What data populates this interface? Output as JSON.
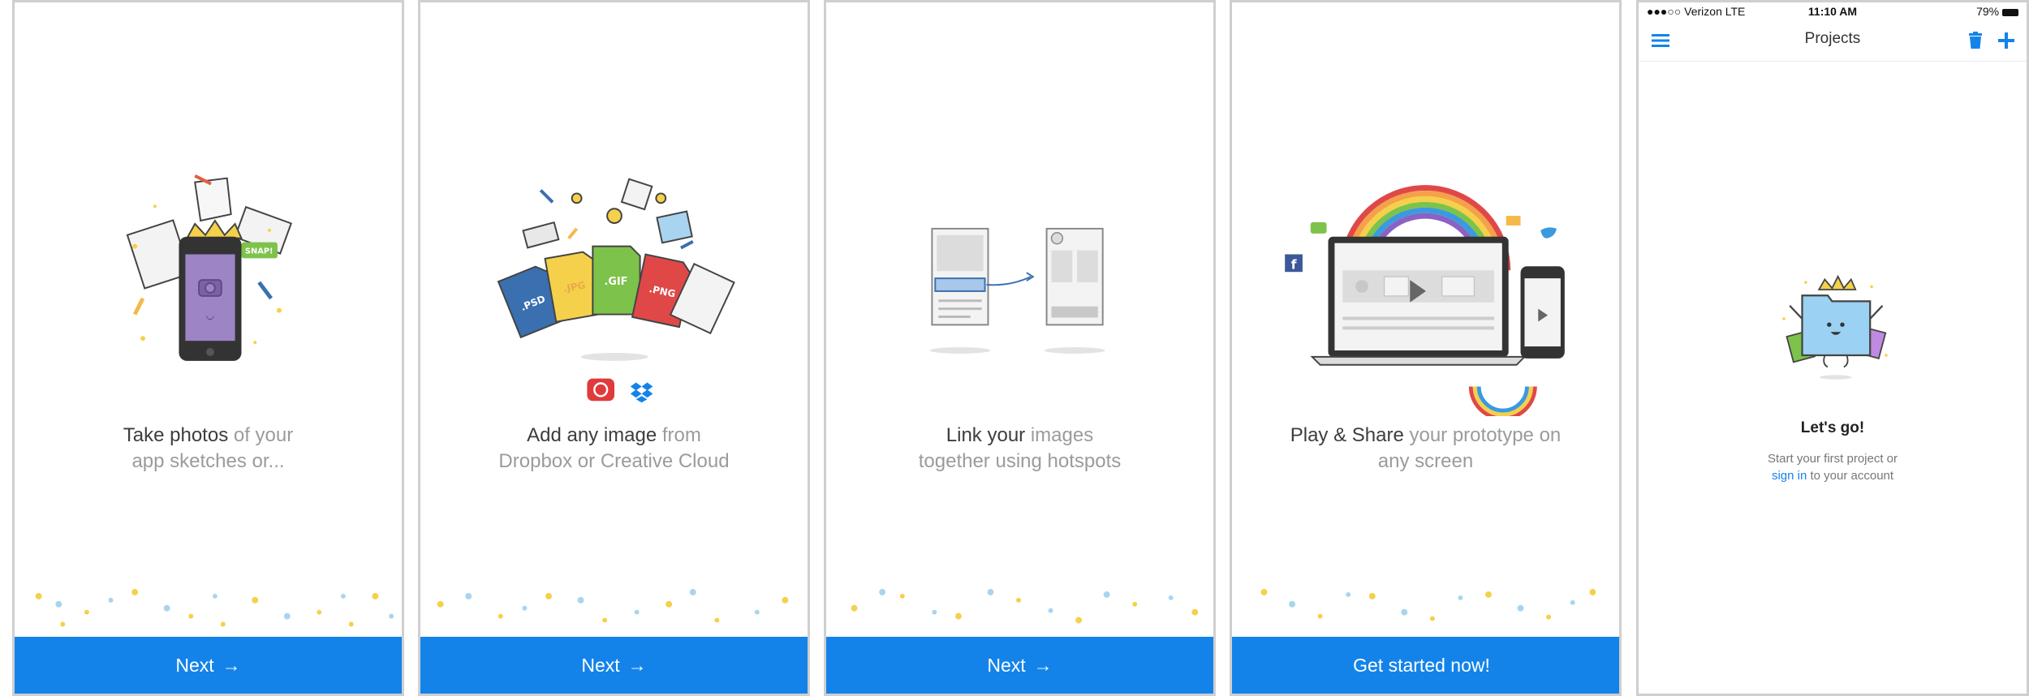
{
  "panels": [
    {
      "caption_dark": "Take photos",
      "caption_light": " of your",
      "caption_line2": "app sketches or...",
      "cta_label": "Next",
      "cta_arrow": "→"
    },
    {
      "caption_dark": "Add any image",
      "caption_light": " from",
      "caption_line2": "Dropbox or Creative Cloud",
      "cta_label": "Next",
      "cta_arrow": "→"
    },
    {
      "caption_dark": "Link your",
      "caption_light": " images",
      "caption_line2": "together using hotspots",
      "cta_label": "Next",
      "cta_arrow": "→"
    },
    {
      "caption_dark": "Play & Share",
      "caption_light": " your prototype  on",
      "caption_line2": "any screen",
      "cta_label": "Get started now!",
      "cta_arrow": ""
    }
  ],
  "illustration_labels": {
    "snap": "SNAP!",
    "psd": ".PSD",
    "jpg": ".JPG",
    "gif": ".GIF",
    "png": ".PNG"
  },
  "phone": {
    "status": {
      "carrier": "●●●○○ Verizon   LTE",
      "time": "11:10 AM",
      "battery": "79%"
    },
    "title": "Projects",
    "icons": {
      "menu": "menu-icon",
      "trash": "trash-icon",
      "add": "plus-icon"
    },
    "empty_title": "Let's go!",
    "empty_line1": "Start your first project or",
    "empty_link": "sign in",
    "empty_line2_rest": " to your account"
  },
  "colors": {
    "accent": "#1383ea",
    "confetti_yellow": "#f5d04a",
    "confetti_blue": "#a8d4f0",
    "text_dark": "#3d3d3d",
    "text_light": "#9b9b9b"
  }
}
